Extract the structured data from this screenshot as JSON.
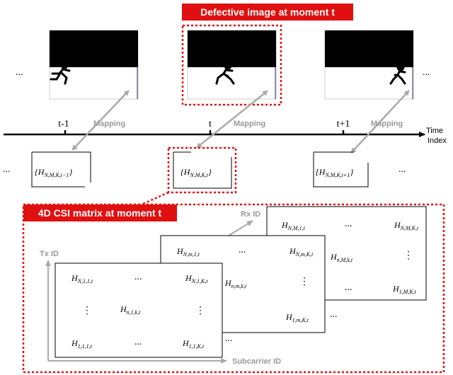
{
  "labels": {
    "defective_image": "Defective image at moment t",
    "csi_matrix": "4D CSI matrix at moment t",
    "mapping": "Mapping",
    "time_index_1": "Time",
    "time_index_2": "Index",
    "ellipsis": "...",
    "rx_id": "Rx ID",
    "tx_id": "Tx ID",
    "subcarrier_id": "Subcarrier ID"
  },
  "timeline": {
    "ticks": [
      "t-1",
      "t",
      "t+1"
    ]
  },
  "matrices_small": [
    {
      "base": "{H",
      "sub": "N,M,K,t−1",
      "close": "}"
    },
    {
      "base": "{H",
      "sub": "N,M,K,t",
      "close": "}"
    },
    {
      "base": "{H",
      "sub": "N,M,K,t+1",
      "close": "}"
    }
  ],
  "csi_layers": [
    {
      "name": "layer-M",
      "cells": [
        {
          "sub": "N,M,1,t"
        },
        {
          "sub": "N,M,K,t"
        },
        {
          "sub": "n,M,k,t"
        },
        {
          "sub": "1,M,K,t"
        }
      ]
    },
    {
      "name": "layer-m",
      "cells": [
        {
          "sub": "N,m,1,t"
        },
        {
          "sub": "N,m,K,t"
        },
        {
          "sub": "n,m,k,t"
        },
        {
          "sub": "1,m,K,t"
        }
      ]
    },
    {
      "name": "layer-1",
      "cells": [
        {
          "sub": "N,1,1,t"
        },
        {
          "sub": "N,1,K,t"
        },
        {
          "sub": "n,1,k,t"
        },
        {
          "sub": "1,1,1,t"
        },
        {
          "sub": "1,1,K,t"
        }
      ]
    }
  ],
  "colors": {
    "red": "#e01010",
    "gray_arrow": "#aaaaaa",
    "image_black": "#000000"
  }
}
